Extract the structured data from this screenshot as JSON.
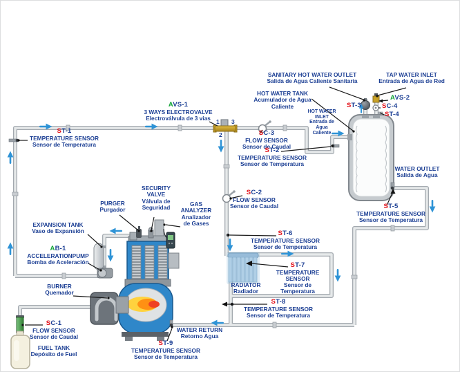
{
  "labels": {
    "st1": {
      "cf": "S",
      "cr": "T-1",
      "en": "TEMPERATURE SENSOR",
      "es": "Sensor de Temperatura"
    },
    "st2": {
      "cf": "S",
      "cr": "T-2",
      "en": "TEMPERATURE SENSOR",
      "es": "Sensor de Temperatura"
    },
    "st3": {
      "cf": "S",
      "cr": "T-3"
    },
    "st4": {
      "cf": "S",
      "cr": "T-4"
    },
    "st5": {
      "cf": "S",
      "cr": "T-5",
      "en": "TEMPERATURE SENSOR",
      "es": "Sensor de Temperatura"
    },
    "st6": {
      "cf": "S",
      "cr": "T-6",
      "en": "TEMPERATURE SENSOR",
      "es": "Sensor de Temperatura"
    },
    "st7": {
      "cf": "S",
      "cr": "T-7",
      "en1": "TEMPERATURE",
      "en2": "SENSOR",
      "es1": "Sensor de",
      "es2": "Temperatura"
    },
    "st8": {
      "cf": "S",
      "cr": "T-8",
      "en": "TEMPERATURE SENSOR",
      "es": "Sensor de Temperatura"
    },
    "st9": {
      "cf": "S",
      "cr": "T-9",
      "en": "TEMPERATURE SENSOR",
      "es": "Sensor de Temperatura"
    },
    "sc1": {
      "cf": "S",
      "cr": "C-1",
      "en": "FLOW SENSOR",
      "es": "Sensor de Caudal"
    },
    "sc2": {
      "cf": "S",
      "cr": "C-2",
      "en": "FLOW SENSOR",
      "es": "Sensor de Caudal"
    },
    "sc3": {
      "cf": "S",
      "cr": "C-3",
      "en": "FLOW SENSOR",
      "es": "Sensor de Caudal"
    },
    "sc4": {
      "cf": "S",
      "cr": "C-4"
    },
    "avs1": {
      "cf": "A",
      "cr": "VS-1",
      "en": "3 WAYS ELECTROVALVE",
      "es": "Electroválvula de 3 vias"
    },
    "avs2": {
      "cf": "A",
      "cr": "VS-2"
    },
    "ab1": {
      "cf": "A",
      "cr": "B-1",
      "en": "ACCELERATIONPUMP",
      "es": "Bomba de Aceleración"
    },
    "sanitary": {
      "en": "SANITARY HOT WATER OUTLET",
      "es": "Salida de Agua Caliente Sanitaria"
    },
    "tap": {
      "en": "TAP WATER INLET",
      "es": "Entrada de Agua de Red"
    },
    "hot_water_tank": {
      "en": "HOT WATER TANK",
      "es1": "Acumulador de Agua",
      "es2": "Caliente"
    },
    "hot_water_inlet": {
      "en1": "HOT WATER",
      "en2": "INLET",
      "es1": "Entrada de",
      "es2": "Agua",
      "es3": "Caliente"
    },
    "water_outlet": {
      "en": "WATER OUTLET",
      "es": "Salida de Agua"
    },
    "water_return": {
      "en": "WATER RETURN",
      "es": "Retorno Agua"
    },
    "burner": {
      "en": "BURNER",
      "es": "Quemador"
    },
    "expansion_tank": {
      "en": "EXPANSION TANK",
      "es": "Vaso de Expansión"
    },
    "purger": {
      "en": "PURGER",
      "es": "Purgador"
    },
    "security_valve": {
      "en1": "SECURITY",
      "en2": "VALVE",
      "es1": "Válvula de",
      "es2": "Seguridad"
    },
    "gas_analyzer": {
      "en1": "GAS",
      "en2": "ANALYZER",
      "es1": "Analizador",
      "es2": "de Gases"
    },
    "fuel_tank": {
      "en": "FUEL TANK",
      "es": "Depósito de Fuel"
    },
    "radiator": {
      "en": "RADIATOR",
      "es": "Radiador"
    }
  },
  "ports": {
    "p1": "1",
    "p2": "2",
    "p3": "3"
  },
  "colors": {
    "label_navy": "#1c3f94",
    "code_red": "#e3131b",
    "code_green": "#13a538",
    "flow_arrow_blue": "#2e93d6",
    "boiler_blue": "#2f87c9",
    "flame_yellow": "#ffd23e",
    "flame_orange": "#ff9013",
    "flame_red": "#ef4123",
    "pipe_gray": "#e3e6e8",
    "valve_gold": "#c9a227",
    "flow_sensor_green": "#4caf50"
  }
}
